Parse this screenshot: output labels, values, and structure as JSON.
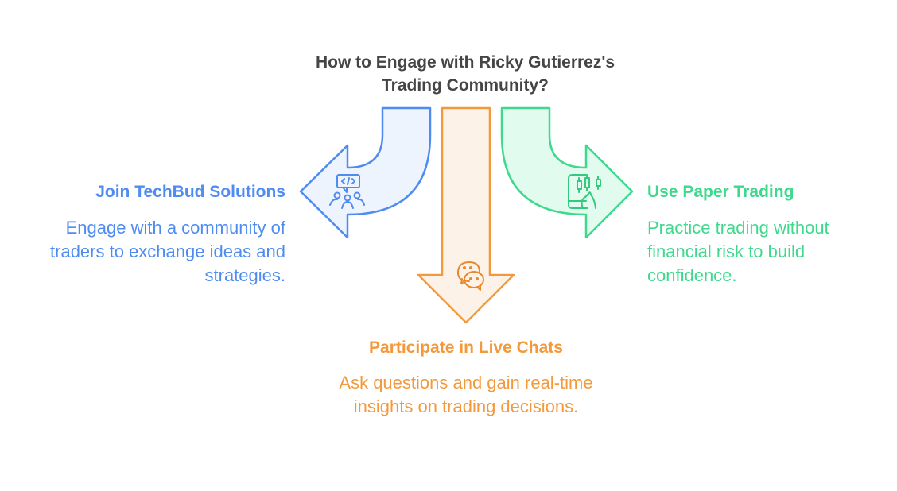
{
  "title": "How to Engage with Ricky Gutierrez's Trading Community?",
  "colors": {
    "blue": "#4f8cf2",
    "orange": "#f4993b",
    "green": "#3ed98c"
  },
  "items": [
    {
      "heading": "Join TechBud Solutions",
      "description": "Engage with a community of traders to exchange ideas and strategies.",
      "icon": "community-code-icon"
    },
    {
      "heading": "Participate in Live Chats",
      "description": "Ask questions and gain real-time insights on trading decisions.",
      "icon": "chat-bubbles-icon"
    },
    {
      "heading": "Use Paper Trading",
      "description": "Practice trading without financial risk to build confidence.",
      "icon": "tablet-chart-icon"
    }
  ]
}
